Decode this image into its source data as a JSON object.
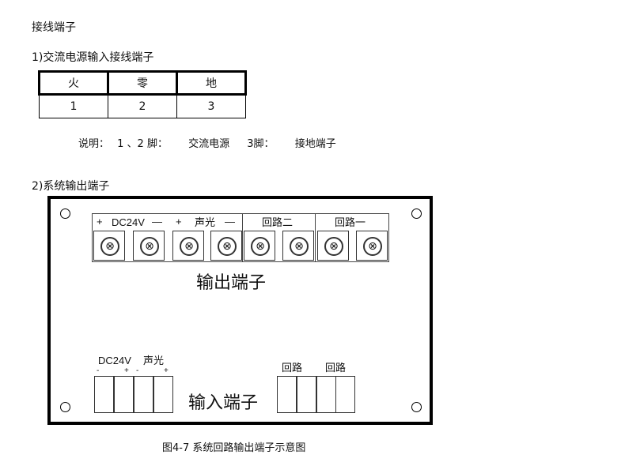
{
  "heading": "接线端子",
  "section1": {
    "title": "1)交流电源输入接线端子",
    "table": {
      "headers": [
        "火",
        "零",
        "地"
      ],
      "values": [
        "1",
        "2",
        "3"
      ]
    },
    "note": {
      "label": "说明：",
      "pins12": "1 、2 脚：",
      "pins12_desc": "交流电源",
      "pin3": "3脚：",
      "pin3_desc": "接地端子"
    }
  },
  "section2": {
    "title": "2)系统输出端子",
    "output": {
      "title": "输出端子",
      "groups": [
        {
          "plus": "+",
          "label": "DC24V",
          "minus": "—"
        },
        {
          "plus": "+",
          "label": "声光",
          "minus": "—"
        },
        {
          "label": "回路二"
        },
        {
          "label": "回路一"
        }
      ],
      "screw": "⊗"
    },
    "input": {
      "title": "输入端子",
      "dc_label": "DC24V",
      "sg_label": "声光",
      "minus": "-",
      "plus": "+",
      "loop1": "回路",
      "loop2": "回路"
    },
    "caption": "图4-7 系统回路输出端子示意图"
  }
}
